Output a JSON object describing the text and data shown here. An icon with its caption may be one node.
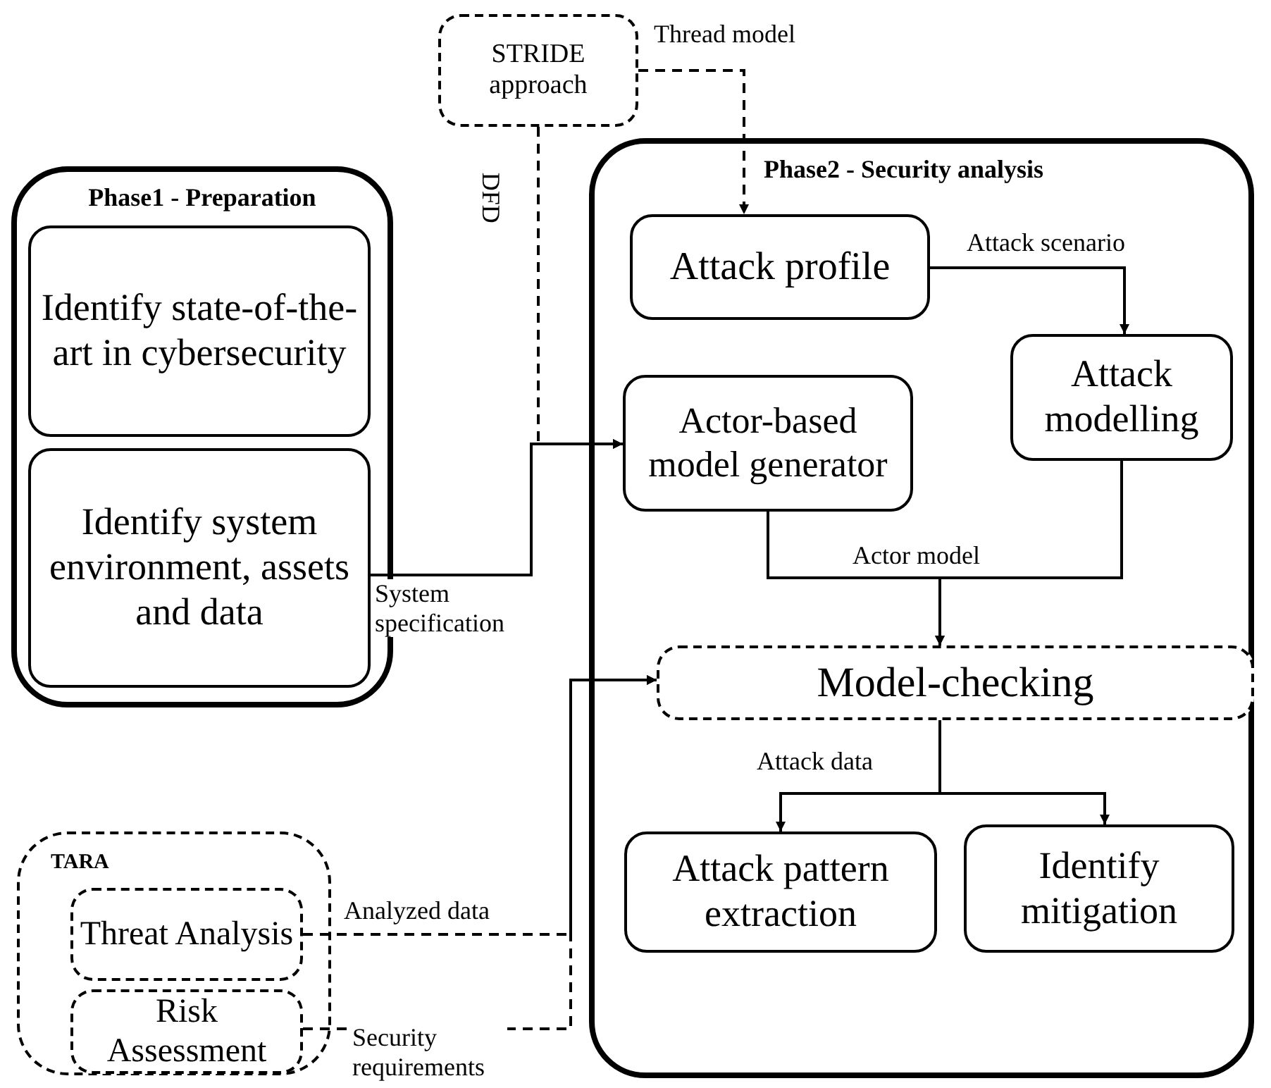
{
  "diagram": {
    "nodes": [
      {
        "text": [
          "Phase1 - Preparation"
        ]
      },
      {
        "text": [
          "Identify state-of-the-art in cybersecurity"
        ],
        "in": 0
      },
      {
        "text": [
          "Identify system environment, assets and data"
        ],
        "in": 0
      },
      {
        "text": [
          "STRIDE approach"
        ]
      },
      {
        "text": [
          "Phase2 - Security analysis"
        ]
      },
      {
        "text": [
          "Attack profile"
        ],
        "in": 4
      },
      {
        "text": [
          "Attack modelling"
        ],
        "in": 4
      },
      {
        "text": [
          "Actor-based model generator"
        ],
        "in": 4
      },
      {
        "text": [
          "Model-checking"
        ],
        "in": 4
      },
      {
        "text": [
          "Attack pattern extraction"
        ],
        "in": 4
      },
      {
        "text": [
          "Identify mitigation"
        ],
        "in": 4
      },
      {
        "text": [
          "TARA"
        ]
      },
      {
        "text": [
          "Threat Analysis"
        ],
        "in": 11
      },
      {
        "text": [
          "Risk Assessment"
        ],
        "in": 11
      }
    ],
    "edges": [
      {
        "from": 3,
        "to": 5,
        "arrow": "to",
        "label": "Thread model",
        "style": "dashed"
      },
      {
        "from": 3,
        "to": 7,
        "arrow": "to",
        "label": "DFD",
        "style": "dashed"
      },
      {
        "from": 2,
        "to": 7,
        "arrow": "to",
        "label": "System specification"
      },
      {
        "from": 5,
        "to": 6,
        "arrow": "to",
        "label": "Attack scenario"
      },
      {
        "from": 7,
        "to": 8,
        "arrow": "to",
        "label": "Actor model"
      },
      {
        "from": 6,
        "to": 8,
        "arrow": "to"
      },
      {
        "from": 8,
        "to": 9,
        "arrow": "to",
        "label": "Attack data"
      },
      {
        "from": 8,
        "to": 10,
        "arrow": "to"
      },
      {
        "from": 12,
        "to": 8,
        "arrow": "to",
        "label": "Analyzed data",
        "style": "dashed"
      },
      {
        "from": 13,
        "to": 8,
        "arrow": "to",
        "label": "Security requirements",
        "style": "dashed"
      }
    ]
  }
}
